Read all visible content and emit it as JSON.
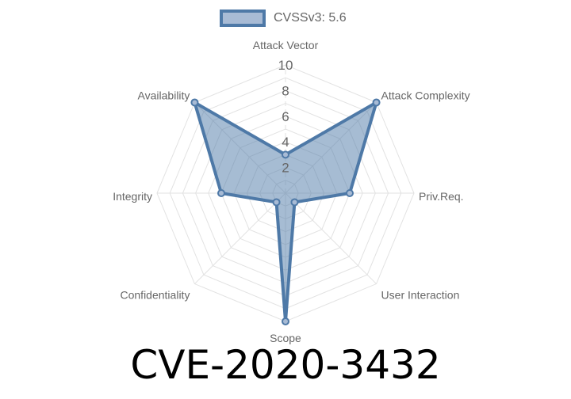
{
  "legend": {
    "label": "CVSSv3: 5.6",
    "border_color": "#4e79a7",
    "fill_color": "#a8bbd5"
  },
  "title": "CVE-2020-3432",
  "chart_data": {
    "type": "radar",
    "title": "CVE-2020-3432",
    "axes": [
      "Attack Vector",
      "Attack Complexity",
      "Priv.Req.",
      "User Interaction",
      "Scope",
      "Confidentiality",
      "Integrity",
      "Availability"
    ],
    "series": [
      {
        "name": "CVSSv3: 5.6",
        "values": [
          3,
          10,
          5,
          1,
          10,
          1,
          5,
          10
        ],
        "line_color": "#4e79a7",
        "fill_color": "rgba(78,121,167,0.5)"
      }
    ],
    "r_ticks": [
      2,
      4,
      6,
      8,
      10
    ],
    "rlim": [
      0,
      10
    ],
    "grid": true,
    "legend_position": "top"
  }
}
